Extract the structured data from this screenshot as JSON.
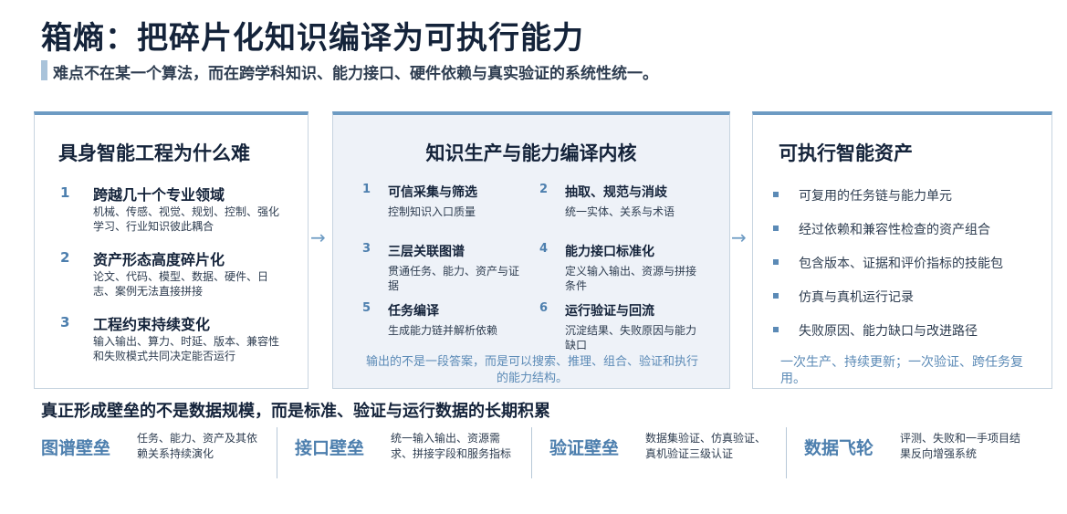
{
  "header": {
    "title": "箱熵：把碎片化知识编译为可执行能力",
    "subtitle": "难点不在某一个算法，而在跨学科知识、能力接口、硬件依赖与真实验证的系统性统一。"
  },
  "panel1": {
    "title": "具身智能工程为什么难",
    "items": [
      {
        "num": "1",
        "title": "跨越几十个专业领域",
        "desc": "机械、传感、视觉、规划、控制、强化学习、行业知识彼此耦合"
      },
      {
        "num": "2",
        "title": "资产形态高度碎片化",
        "desc": "论文、代码、模型、数据、硬件、日志、案例无法直接拼接"
      },
      {
        "num": "3",
        "title": "工程约束持续变化",
        "desc": "输入输出、算力、时延、版本、兼容性和失败模式共同决定能否运行"
      }
    ]
  },
  "panel2": {
    "title": "知识生产与能力编译内核",
    "items": [
      {
        "num": "1",
        "title": "可信采集与筛选",
        "desc": "控制知识入口质量"
      },
      {
        "num": "2",
        "title": "抽取、规范与消歧",
        "desc": "统一实体、关系与术语"
      },
      {
        "num": "3",
        "title": "三层关联图谱",
        "desc": "贯通任务、能力、资产与证据"
      },
      {
        "num": "4",
        "title": "能力接口标准化",
        "desc": "定义输入输出、资源与拼接条件"
      },
      {
        "num": "5",
        "title": "任务编译",
        "desc": "生成能力链并解析依赖"
      },
      {
        "num": "6",
        "title": "运行验证与回流",
        "desc": "沉淀结果、失败原因与能力缺口"
      }
    ],
    "footer": "输出的不是一段答案，而是可以搜索、推理、组合、验证和执行的能力结构。"
  },
  "panel3": {
    "title": "可执行智能资产",
    "bullets": [
      "可复用的任务链与能力单元",
      "经过依赖和兼容性检查的资产组合",
      "包含版本、证据和评价指标的技能包",
      "仿真与真机运行记录",
      "失败原因、能力缺口与改进路径"
    ],
    "footer": "一次生产、持续更新；一次验证、跨任务复用。"
  },
  "arrows": {
    "a1": "→",
    "a2": "→"
  },
  "bottom": {
    "title": "真正形成壁垒的不是数据规模，而是标准、验证与运行数据的长期积累",
    "moats": [
      {
        "name": "图谱壁垒",
        "desc": "任务、能力、资产及其依赖关系持续演化"
      },
      {
        "name": "接口壁垒",
        "desc": "统一输入输出、资源需求、拼接字段和服务指标"
      },
      {
        "name": "验证壁垒",
        "desc": "数据集验证、仿真验证、真机验证三级认证"
      },
      {
        "name": "数据飞轮",
        "desc": "评测、失败和一手项目结果反向增强系统"
      }
    ]
  }
}
